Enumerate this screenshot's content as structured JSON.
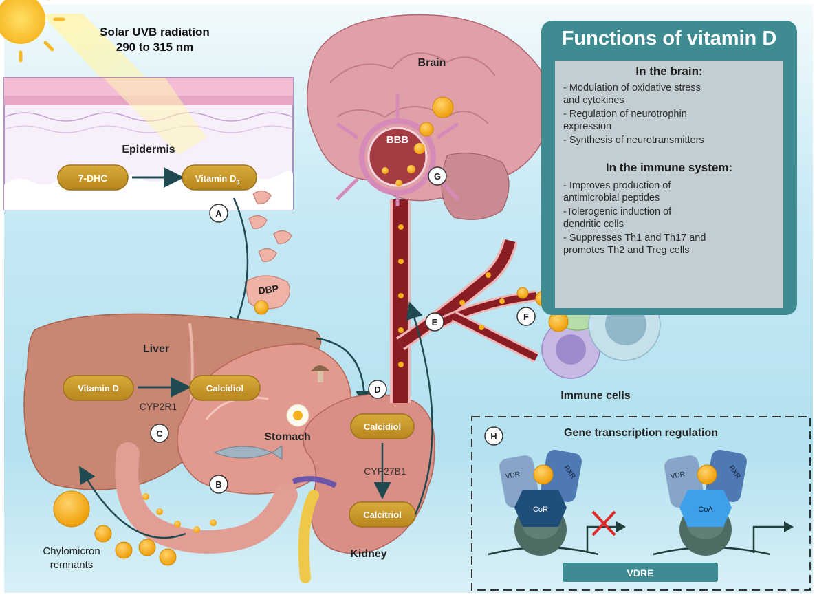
{
  "solar": {
    "line1": "Solar UVB radiation",
    "line2": "290 to 315 nm"
  },
  "skin": {
    "label": "Epidermis",
    "box_7dhc": "7-DHC",
    "box_vitd3": "Vitamin D",
    "vitd3_sub": "3"
  },
  "circles": {
    "a": "A",
    "b": "B",
    "c": "C",
    "d": "D",
    "e": "E",
    "f": "F",
    "g": "G",
    "h": "H"
  },
  "dbp": "DBP",
  "liver": {
    "label": "Liver",
    "box_vitd": "Vitamin D",
    "box_calcidiol": "Calcidiol",
    "enzyme": "CYP2R1"
  },
  "stomach": "Stomach",
  "kidney": {
    "label": "Kidney",
    "box_calcidiol": "Calcidiol",
    "box_calcitriol": "Calcitriol",
    "enzyme": "CYP27B1"
  },
  "chylomicron": {
    "line1": "Chylomicron",
    "line2": "remnants"
  },
  "brain": {
    "label": "Brain",
    "bbb": "BBB"
  },
  "immune": "Immune cells",
  "functions": {
    "title": "Functions of vitamin D",
    "brain_title": "In the brain:",
    "brain_items": [
      [
        "- Modulation of oxidative stress",
        "and cytokines"
      ],
      [
        "- Regulation of neurotrophin",
        "expression"
      ],
      [
        "- Synthesis of neurotransmitters"
      ]
    ],
    "immune_title": "In the immune system:",
    "immune_items": [
      [
        "- Improves production of",
        "antimicrobial peptides"
      ],
      [
        "-Tolerogenic induction of",
        "dendritic cells"
      ],
      [
        "- Suppresses Th1 and Th17 and",
        "promotes Th2 and Treg cells"
      ]
    ]
  },
  "gene": {
    "title": "Gene transcription regulation",
    "vdr": "VDR",
    "rxr": "RXR",
    "cor": "CoR",
    "coa": "CoA",
    "vdre": "VDRE"
  },
  "colors": {
    "bg_top": "#eef8fb",
    "bg_mid": "#bfe6f2",
    "panel": "#3e8b92",
    "vessel": "#8a1d24",
    "liver": "#c98672",
    "pill": "#c99a2c",
    "dot": "#f6b21c"
  }
}
